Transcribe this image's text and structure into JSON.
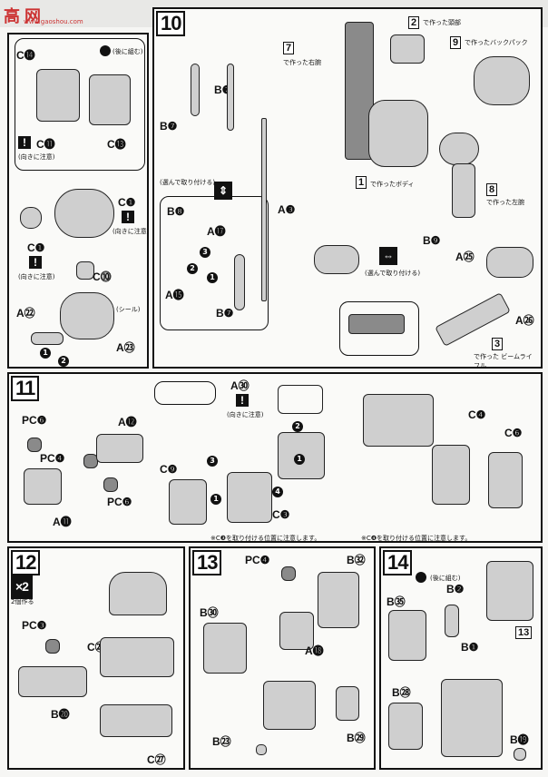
{
  "watermark": {
    "site": "高 网",
    "url": "www.gaoshou.com"
  },
  "step10": {
    "number": "10",
    "labels": {
      "right_arm": "で作った右腕",
      "head": "で作った頭部",
      "backpack": "で作ったバックパック",
      "body": "で作ったボディ",
      "left_arm": "で作った左腕",
      "rifle": "で作った ビームライフル",
      "choose": "(選んで取り付ける)"
    },
    "refs": {
      "right_arm": "7",
      "head": "2",
      "backpack": "9",
      "body": "1",
      "left_arm": "8",
      "rifle": "3"
    },
    "parts": [
      "B❼",
      "B❼",
      "B❽",
      "A⓱",
      "A⓯",
      "B❼",
      "A❸",
      "B❾",
      "A㉕",
      "A㉖"
    ]
  },
  "step_left": {
    "parts": [
      "C⓮",
      "C⓫",
      "C⓭",
      "C❶",
      "C❶",
      "C⓾",
      "A㉒",
      "A㉓"
    ],
    "notes": {
      "back": "(後に組む)",
      "direction": "(向きに注意)",
      "seal": "(シール)"
    }
  },
  "step11": {
    "number": "11",
    "parts": [
      "PC❻",
      "PC❹",
      "PC❻",
      "A⓬",
      "A⓫",
      "A㉚",
      "C❾",
      "C❸",
      "C❹",
      "C❻"
    ],
    "note_dir": "(向きに注意)",
    "caption1": "※C❸を取り付ける位置に注意します。",
    "caption2": "※C❹を取り付ける位置に注意します。"
  },
  "step12": {
    "number": "12",
    "multiplier": "×2",
    "multiplier_note": "2個作る",
    "parts": [
      "PC❸",
      "C㉕",
      "B⓴",
      "C㉗"
    ]
  },
  "step13": {
    "number": "13",
    "parts": [
      "PC❹",
      "B㉜",
      "B㉚",
      "A⓲",
      "B㉓",
      "B㉙"
    ]
  },
  "step14": {
    "number": "14",
    "note": "(後に組む)",
    "ref": "13",
    "parts": [
      "B㉟",
      "B❷",
      "B❶",
      "B㉘",
      "B⓳"
    ]
  }
}
